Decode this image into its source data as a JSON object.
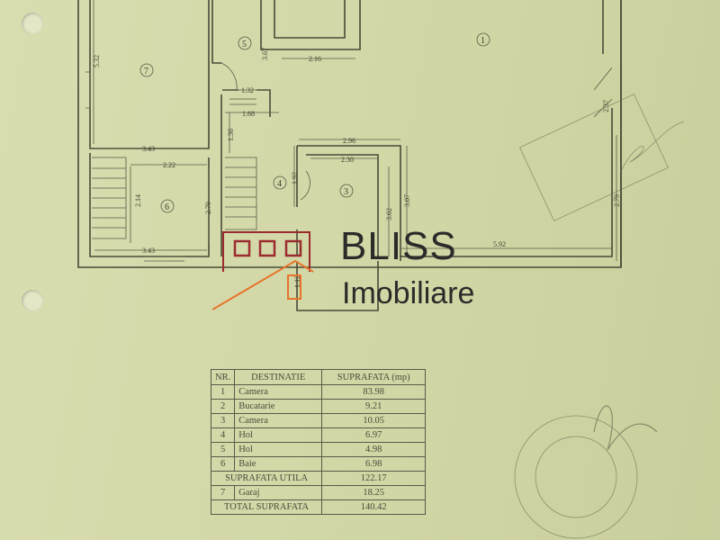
{
  "plan": {
    "rooms": [
      "7",
      "5",
      "6",
      "4",
      "3",
      "1"
    ],
    "dimensions": [
      "5.32",
      "3.67",
      "2.16",
      "1.32",
      "1.68",
      "1.36",
      "3.43",
      "2.22",
      "2.14",
      "2.79",
      "3.43",
      "2.96",
      "2.30",
      "1.92",
      "3.02",
      "3.07",
      "1.12",
      "5.92",
      "2.79",
      "2.37"
    ]
  },
  "watermark": {
    "brand_line1": "BLISS",
    "brand_line2": "Imobiliare",
    "colors": {
      "dark_red": "#9b2b2f",
      "orange": "#e8742a"
    }
  },
  "table": {
    "headers": [
      "NR.",
      "DESTINATIE",
      "SUPRAFATA (mp)"
    ],
    "rows": [
      {
        "nr": "1",
        "dest": "Camera",
        "val": "83.98"
      },
      {
        "nr": "2",
        "dest": "Bucatarie",
        "val": "9.21"
      },
      {
        "nr": "3",
        "dest": "Camera",
        "val": "10.05"
      },
      {
        "nr": "4",
        "dest": "Hol",
        "val": "6.97"
      },
      {
        "nr": "5",
        "dest": "Hol",
        "val": "4.98"
      },
      {
        "nr": "6",
        "dest": "Baie",
        "val": "6.98"
      }
    ],
    "subtotal": {
      "label": "SUPRAFATA UTILA",
      "val": "122.17"
    },
    "garage": {
      "nr": "7",
      "dest": "Garaj",
      "val": "18.25"
    },
    "total": {
      "label": "TOTAL SUPRAFATA",
      "val": "140.42"
    }
  }
}
